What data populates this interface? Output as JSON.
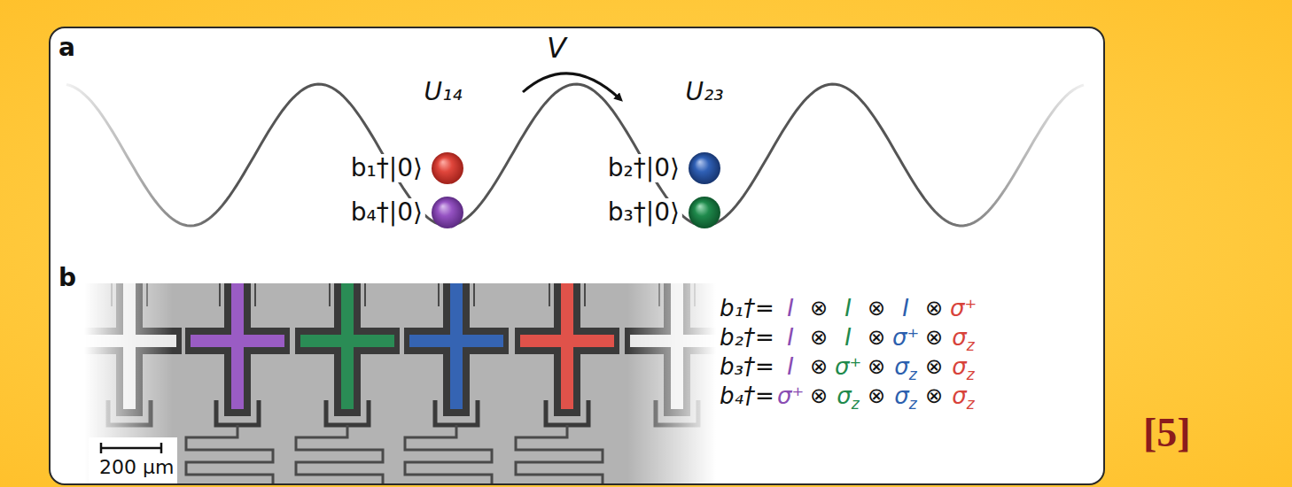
{
  "diagram": {
    "labels": [
      "a",
      "V",
      "U₁₄",
      "U₂₃",
      "b₁†|0⟩",
      "b₄†|0⟩",
      "b₂†|0⟩",
      "b₃†|0⟩",
      "b",
      "200 μm",
      "b₁†=",
      "I",
      "⊗",
      "I",
      "⊗",
      "I",
      "⊗",
      "σ⁺",
      "b₂†=",
      "I",
      "⊗",
      "I",
      "⊗",
      "σ⁺",
      "⊗",
      "σ",
      "z",
      "b₃†=",
      "I",
      "⊗",
      "σ⁺",
      "⊗",
      "σ",
      "z",
      "⊗",
      "σ",
      "z",
      "b₄†=",
      "σ⁺",
      "⊗",
      "σ",
      "z",
      "⊗",
      "σ",
      "z",
      "⊗",
      "σ",
      "z",
      "[5]"
    ]
  }
}
